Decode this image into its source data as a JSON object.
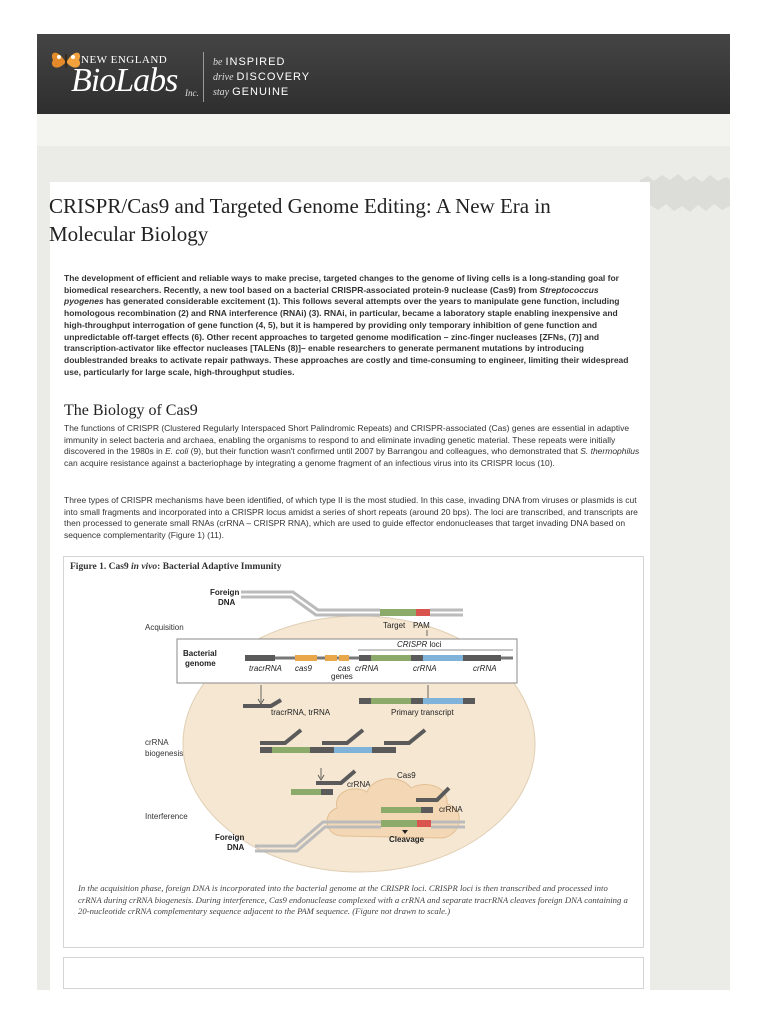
{
  "header": {
    "logo_small": "NEW ENGLAND",
    "logo_main": "BioLabs",
    "logo_inc": "Inc.",
    "tagline": [
      {
        "verb": "be",
        "word": "INSPIRED"
      },
      {
        "verb": "drive",
        "word": "DISCOVERY"
      },
      {
        "verb": "stay",
        "word": "GENUINE"
      }
    ]
  },
  "article": {
    "title": "CRISPR/Cas9 and Targeted Genome Editing: A New Era in Molecular Biology",
    "intro_a": "The development of efficient and reliable ways to make precise, targeted changes to the genome of living cells is a long-standing goal for biomedical researchers. Recently, a new tool based on a bacterial CRISPR-associated protein-9 nuclease (Cas9) from ",
    "intro_species": "Streptococcus pyogenes",
    "intro_b": " has generated considerable excitement (1). This follows several attempts over the years to manipulate gene function, including homologous recombination (2) and RNA interference (RNAi) (3). RNAi, in particular, became a laboratory staple enabling inexpensive and high-throughput interrogation of gene function (4, 5), but it is hampered by providing only temporary inhibition of gene function and unpredictable off-target effects (6). Other recent approaches to targeted genome modification – zinc-finger nucleases [ZFNs, (7)] and transcription-activator like effector nucleases [TALENs (8)]– enable researchers to generate permanent mutations by introducing doublestranded breaks to activate repair pathways. These approaches are costly and time-consuming to engineer, limiting their widespread use, particularly for large scale, high-throughput studies.",
    "section_heading": "The Biology of Cas9",
    "p1_a": "The functions of CRISPR (Clustered Regularly Interspaced Short Palindromic Repeats) and CRISPR-associated (Cas) genes are essential in adaptive immunity in select bacteria and archaea, enabling the organisms to respond to and eliminate invading genetic material. These repeats were initially discovered in the 1980s in ",
    "p1_ecoli": "E. coli",
    "p1_b": " (9), but their function wasn't confirmed until 2007 by Barrangou and colleagues, who demonstrated that ",
    "p1_species": "S. thermophilus",
    "p1_c": " can acquire resistance against a bacteriophage by integrating a genome fragment of an infectious virus into its CRISPR locus (10).",
    "p2": "Three types of CRISPR mechanisms have been identified, of which type II is the most studied. In this case, invading DNA from viruses or plasmids is cut into small fragments and incorporated into a CRISPR locus amidst a series of short repeats (around 20 bps). The loci are transcribed, and transcripts are then processed to generate small RNAs (crRNA – CRISPR RNA), which are used to guide effector endonucleases that target invading DNA based on sequence complementarity (Figure 1) (11)."
  },
  "figure": {
    "title_a": "Figure 1. Cas9 ",
    "title_i": "in vivo",
    "title_b": ": Bacterial Adaptive Immunity",
    "labels": {
      "foreign_dna": "Foreign DNA",
      "foreign_dna_line1": "Foreign",
      "foreign_dna_line2": "DNA",
      "target": "Target",
      "pam": "PAM",
      "crispr_loci": "CRISPR loci",
      "crispr_loci_a": "CRISPR",
      "crispr_loci_b": " loci",
      "bacterial_genome_1": "Bacterial",
      "bacterial_genome_2": "genome",
      "tracrrna": "tracrRNA",
      "cas9_gene": "cas9",
      "cas_genes_a": "cas",
      "cas_genes_b": "genes",
      "crrna": "crRNA",
      "tracr_trna": "tracrRNA, trRNA",
      "primary_transcript": "Primary transcript",
      "cas9_protein": "Cas9",
      "cleavage": "Cleavage"
    },
    "phases": {
      "acquisition": "Acquisition",
      "biogenesis_1": "crRNA",
      "biogenesis_2": "biogenesis",
      "interference": "Interference"
    },
    "colors": {
      "cell": "#f6e7d2",
      "cas9": "#f4d8b6",
      "tracr": "#e9a64b",
      "spacer_green": "#8cab6b",
      "spacer_blue": "#7fb3d9",
      "repeat": "#5a5a5a",
      "pam": "#d9534f"
    },
    "caption": "In the acquisition phase, foreign DNA is incorporated into the bacterial genome at the CRISPR loci. CRISPR loci is then transcribed and processed into crRNA during crRNA biogenesis. During interference, Cas9 endonuclease complexed with a crRNA and separate tracrRNA cleaves foreign DNA containing a 20-nucleotide crRNA complementary sequence adjacent to the PAM sequence. (Figure not drawn to scale.)"
  }
}
